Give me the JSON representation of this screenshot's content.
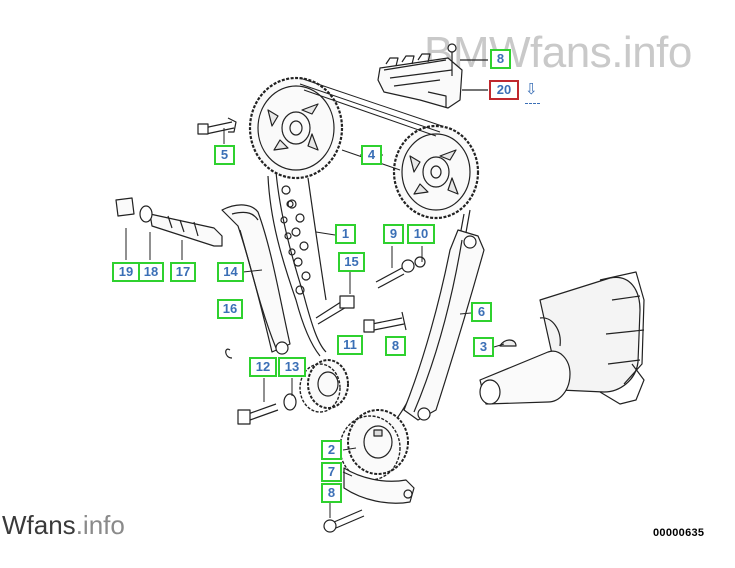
{
  "watermark": {
    "top": "BMWfans.info",
    "bottom_main": "Wfans",
    "bottom_suffix": ".info"
  },
  "diagram_code": "00000635",
  "replacement_arrow": "⇩",
  "labels": [
    {
      "id": "lbl-8-top",
      "text": "8",
      "highlight": false
    },
    {
      "id": "lbl-20",
      "text": "20",
      "highlight": true
    },
    {
      "id": "lbl-5",
      "text": "5",
      "highlight": false
    },
    {
      "id": "lbl-4",
      "text": "4",
      "highlight": false
    },
    {
      "id": "lbl-1",
      "text": "1",
      "highlight": false
    },
    {
      "id": "lbl-9",
      "text": "9",
      "highlight": false
    },
    {
      "id": "lbl-10",
      "text": "10",
      "highlight": false
    },
    {
      "id": "lbl-19",
      "text": "19",
      "highlight": false
    },
    {
      "id": "lbl-18",
      "text": "18",
      "highlight": false
    },
    {
      "id": "lbl-17",
      "text": "17",
      "highlight": false
    },
    {
      "id": "lbl-14",
      "text": "14",
      "highlight": false
    },
    {
      "id": "lbl-15",
      "text": "15",
      "highlight": false
    },
    {
      "id": "lbl-16",
      "text": "16",
      "highlight": false
    },
    {
      "id": "lbl-6",
      "text": "6",
      "highlight": false
    },
    {
      "id": "lbl-11",
      "text": "11",
      "highlight": false
    },
    {
      "id": "lbl-8-mid",
      "text": "8",
      "highlight": false
    },
    {
      "id": "lbl-3",
      "text": "3",
      "highlight": false
    },
    {
      "id": "lbl-12",
      "text": "12",
      "highlight": false
    },
    {
      "id": "lbl-13",
      "text": "13",
      "highlight": false
    },
    {
      "id": "lbl-2",
      "text": "2",
      "highlight": false
    },
    {
      "id": "lbl-7",
      "text": "7",
      "highlight": false
    },
    {
      "id": "lbl-8-bot",
      "text": "8",
      "highlight": false
    }
  ]
}
